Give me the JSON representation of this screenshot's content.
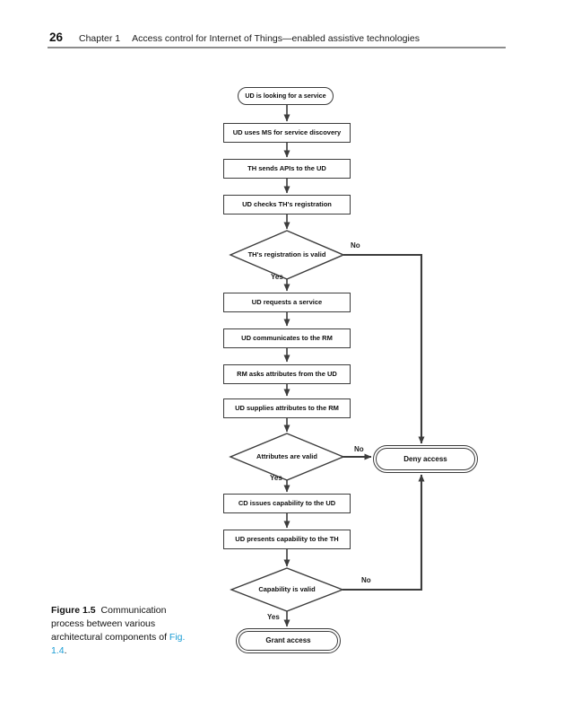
{
  "header": {
    "page_number": "26",
    "chapter": "Chapter 1",
    "title": "Access control for Internet of Things—enabled assistive technologies"
  },
  "flowchart": {
    "nodes": {
      "start": "UD is looking for a service",
      "p1": "UD uses MS for service discovery",
      "p2": "TH sends APIs to the UD",
      "p3": "UD checks TH's registration",
      "d1": "TH's registration is valid",
      "p4": "UD requests a service",
      "p5": "UD communicates to the RM",
      "p6": "RM asks attributes from the UD",
      "p7": "UD supplies attributes to the RM",
      "d2": "Attributes are valid",
      "deny": "Deny access",
      "p8": "CD issues capability to the UD",
      "p9": "UD presents capability to the TH",
      "d3": "Capability is valid",
      "grant": "Grant access"
    },
    "labels": {
      "yes": "Yes",
      "no": "No"
    }
  },
  "caption": {
    "figure_label": "Figure 1.5",
    "body": "Communication process between various architectural components of",
    "link": "Fig. 1.4",
    "period": "."
  },
  "colors": {
    "link": "#1a9cd4",
    "line": "#3c3c3c"
  }
}
